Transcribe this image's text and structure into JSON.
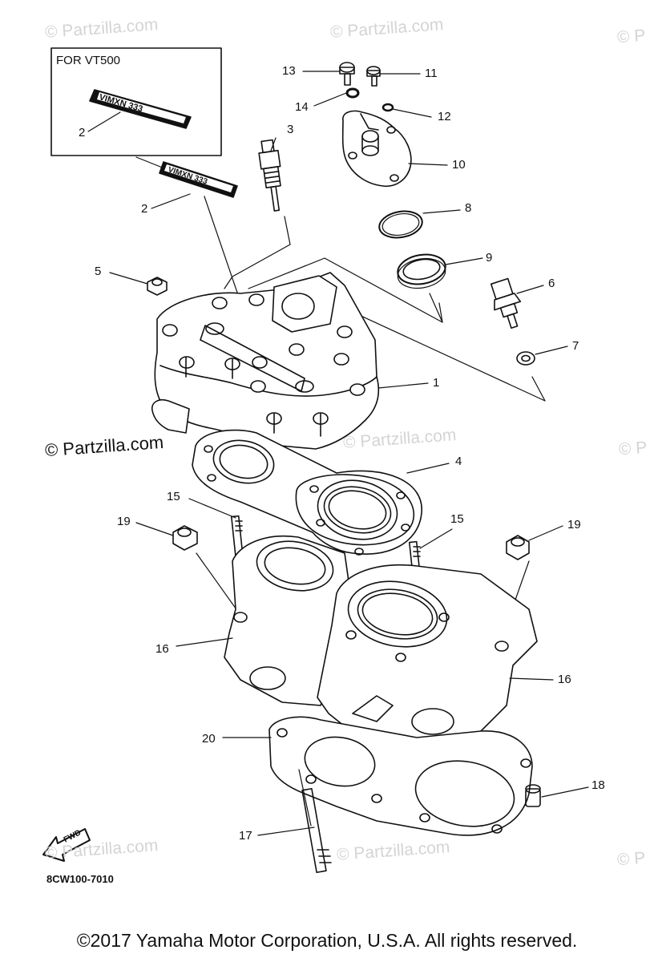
{
  "inset": {
    "title": "FOR VT500"
  },
  "watermarks": [
    "© Partzilla.com",
    "© Partzilla.com",
    "© P",
    "© Partzilla.com",
    "© Partzilla.com",
    "© P",
    "© Partzilla.com",
    "© Partzilla.com",
    "© P"
  ],
  "callouts": [
    "1",
    "2",
    "2",
    "3",
    "4",
    "5",
    "6",
    "7",
    "8",
    "9",
    "10",
    "11",
    "12",
    "13",
    "14",
    "15",
    "15",
    "16",
    "16",
    "17",
    "18",
    "19",
    "19",
    "20"
  ],
  "fwd_label": "FWD",
  "diagram_code": "8CW100-7010",
  "copyright": "©2017 Yamaha Motor Corporation, U.S.A. All rights reserved."
}
